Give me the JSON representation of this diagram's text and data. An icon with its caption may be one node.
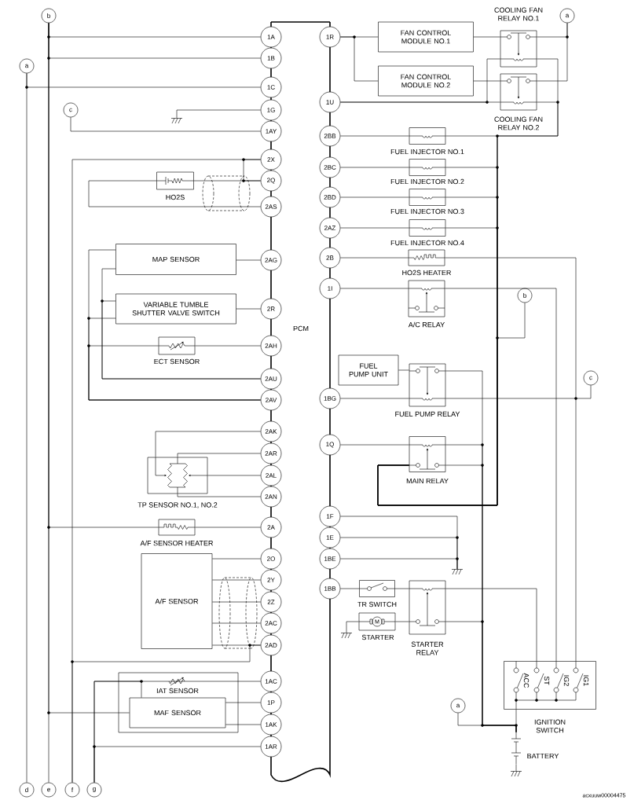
{
  "diagram": {
    "nodes": [
      {
        "text": [
          "PCM"
        ]
      },
      {
        "text": [
          "1A"
        ]
      },
      {
        "text": [
          "1B"
        ]
      },
      {
        "text": [
          "1C"
        ]
      },
      {
        "text": [
          "1G"
        ]
      },
      {
        "text": [
          "1AY"
        ]
      },
      {
        "text": [
          "2X"
        ]
      },
      {
        "text": [
          "2Q"
        ]
      },
      {
        "text": [
          "2AS"
        ]
      },
      {
        "text": [
          "2AG"
        ]
      },
      {
        "text": [
          "2R"
        ]
      },
      {
        "text": [
          "2AH"
        ]
      },
      {
        "text": [
          "2AU"
        ]
      },
      {
        "text": [
          "2AV"
        ]
      },
      {
        "text": [
          "2AK"
        ]
      },
      {
        "text": [
          "2AR"
        ]
      },
      {
        "text": [
          "2AL"
        ]
      },
      {
        "text": [
          "2AN"
        ]
      },
      {
        "text": [
          "2A"
        ]
      },
      {
        "text": [
          "2O"
        ]
      },
      {
        "text": [
          "2Y"
        ]
      },
      {
        "text": [
          "2Z"
        ]
      },
      {
        "text": [
          "2AC"
        ]
      },
      {
        "text": [
          "2AD"
        ]
      },
      {
        "text": [
          "1AC"
        ]
      },
      {
        "text": [
          "1P"
        ]
      },
      {
        "text": [
          "1AK"
        ]
      },
      {
        "text": [
          "1AR"
        ]
      },
      {
        "text": [
          "1R"
        ]
      },
      {
        "text": [
          "1U"
        ]
      },
      {
        "text": [
          "2BB"
        ]
      },
      {
        "text": [
          "2BC"
        ]
      },
      {
        "text": [
          "2BD"
        ]
      },
      {
        "text": [
          "2AZ"
        ]
      },
      {
        "text": [
          "2B"
        ]
      },
      {
        "text": [
          "1I"
        ]
      },
      {
        "text": [
          "1BG"
        ]
      },
      {
        "text": [
          "1Q"
        ]
      },
      {
        "text": [
          "1F"
        ]
      },
      {
        "text": [
          "1E"
        ]
      },
      {
        "text": [
          "1BE"
        ]
      },
      {
        "text": [
          "1BB"
        ]
      },
      {
        "text": [
          "b"
        ]
      },
      {
        "text": [
          "a"
        ]
      },
      {
        "text": [
          "c"
        ]
      },
      {
        "text": [
          "a"
        ]
      },
      {
        "text": [
          "b"
        ]
      },
      {
        "text": [
          "c"
        ]
      },
      {
        "text": [
          "a"
        ]
      },
      {
        "text": [
          "d"
        ]
      },
      {
        "text": [
          "e"
        ]
      },
      {
        "text": [
          "f"
        ]
      },
      {
        "text": [
          "g"
        ]
      },
      {
        "text": [
          "FAN CONTROL MODULE NO.1"
        ]
      },
      {
        "text": [
          "FAN CONTROL MODULE NO.2"
        ]
      },
      {
        "text": [
          "COOLING FAN RELAY NO.1"
        ]
      },
      {
        "text": [
          "COOLING FAN RELAY NO.2"
        ]
      },
      {
        "text": [
          "FUEL INJECTOR NO.1"
        ]
      },
      {
        "text": [
          "FUEL INJECTOR NO.2"
        ]
      },
      {
        "text": [
          "FUEL INJECTOR NO.3"
        ]
      },
      {
        "text": [
          "FUEL INJECTOR NO.4"
        ]
      },
      {
        "text": [
          "HO2S HEATER"
        ]
      },
      {
        "text": [
          "A/C RELAY"
        ]
      },
      {
        "text": [
          "FUEL PUMP UNIT"
        ]
      },
      {
        "text": [
          "FUEL PUMP RELAY"
        ]
      },
      {
        "text": [
          "MAIN RELAY"
        ]
      },
      {
        "text": [
          "TR SWITCH"
        ]
      },
      {
        "text": [
          "M",
          "STARTER"
        ]
      },
      {
        "text": [
          "STARTER RELAY"
        ]
      },
      {
        "text": [
          "IGNITION SWITCH",
          "ACC",
          "ST",
          "IG2",
          "IG1"
        ]
      },
      {
        "text": [],
        "shape": "battery",
        "beside": [
          "BATTERY"
        ]
      },
      {
        "text": [
          "HO2S"
        ]
      },
      {
        "text": [
          "MAP SENSOR"
        ]
      },
      {
        "text": [
          "VARIABLE TUMBLE SHUTTER VALVE SWITCH"
        ]
      },
      {
        "text": [
          "ECT SENSOR"
        ]
      },
      {
        "text": [
          "TP SENSOR NO.1, NO.2"
        ]
      },
      {
        "text": [
          "A/F SENSOR HEATER"
        ]
      },
      {
        "text": [
          "A/F SENSOR"
        ]
      },
      {
        "text": [
          "IAT SENSOR"
        ]
      },
      {
        "text": [
          "MAF SENSOR"
        ],
        "in": 78
      },
      {
        "text": [],
        "shape": "ground"
      },
      {
        "text": [],
        "shape": "ground"
      },
      {
        "text": [],
        "shape": "ground"
      },
      {
        "text": [],
        "shape": "ground"
      }
    ],
    "edges": [
      {
        "from": 42,
        "to": 1,
        "arrow": "none"
      },
      {
        "from": 42,
        "to": 2,
        "arrow": "none"
      },
      {
        "from": 43,
        "to": 3,
        "arrow": "none"
      },
      {
        "from": 44,
        "to": 5,
        "arrow": "none"
      },
      {
        "from": 42,
        "to": 50,
        "arrow": "none"
      },
      {
        "from": 43,
        "to": 49,
        "arrow": "none"
      },
      {
        "from": 6,
        "to": 51,
        "arrow": "none"
      },
      {
        "from": 7,
        "to": 71,
        "arrow": "none"
      },
      {
        "from": 8,
        "to": 71,
        "arrow": "none"
      },
      {
        "from": 9,
        "to": 72,
        "arrow": "none"
      },
      {
        "from": 10,
        "to": 73,
        "arrow": "none"
      },
      {
        "from": 11,
        "to": 74,
        "arrow": "none"
      },
      {
        "from": 12,
        "to": 72,
        "arrow": "none"
      },
      {
        "from": 13,
        "to": 72,
        "arrow": "none"
      },
      {
        "from": 73,
        "to": 12,
        "arrow": "none"
      },
      {
        "from": 73,
        "to": 13,
        "arrow": "none"
      },
      {
        "from": 74,
        "to": 13,
        "arrow": "none"
      },
      {
        "from": 14,
        "to": 75,
        "arrow": "none"
      },
      {
        "from": 15,
        "to": 75,
        "arrow": "none"
      },
      {
        "from": 16,
        "to": 75,
        "arrow": "none"
      },
      {
        "from": 17,
        "to": 75,
        "arrow": "none"
      },
      {
        "from": 42,
        "to": 76,
        "arrow": "none"
      },
      {
        "from": 18,
        "to": 76,
        "arrow": "none"
      },
      {
        "from": 19,
        "to": 77,
        "arrow": "none"
      },
      {
        "from": 20,
        "to": 77,
        "arrow": "none"
      },
      {
        "from": 21,
        "to": 77,
        "arrow": "none"
      },
      {
        "from": 22,
        "to": 77,
        "arrow": "none"
      },
      {
        "from": 23,
        "to": 77,
        "arrow": "none"
      },
      {
        "from": 42,
        "to": 79,
        "arrow": "none"
      },
      {
        "from": 24,
        "to": 52,
        "arrow": "none"
      },
      {
        "from": 79,
        "to": 52,
        "arrow": "none"
      },
      {
        "from": 25,
        "to": 79,
        "arrow": "none"
      },
      {
        "from": 26,
        "to": 79,
        "arrow": "none"
      },
      {
        "from": 27,
        "to": 52,
        "arrow": "none"
      },
      {
        "from": 28,
        "to": 53,
        "arrow": "none"
      },
      {
        "from": 28,
        "to": 54,
        "arrow": "none"
      },
      {
        "from": 53,
        "to": 55,
        "arrow": "none"
      },
      {
        "from": 54,
        "to": 56,
        "arrow": "none"
      },
      {
        "from": 55,
        "to": 45,
        "arrow": "none"
      },
      {
        "from": 56,
        "to": 45,
        "arrow": "none"
      },
      {
        "from": 29,
        "to": 55,
        "arrow": "none"
      },
      {
        "from": 29,
        "to": 56,
        "arrow": "none"
      },
      {
        "from": 65,
        "to": 57,
        "arrow": "none"
      },
      {
        "from": 65,
        "to": 58,
        "arrow": "none"
      },
      {
        "from": 65,
        "to": 59,
        "arrow": "none"
      },
      {
        "from": 65,
        "to": 60,
        "arrow": "none"
      },
      {
        "from": 65,
        "to": 55,
        "arrow": "none"
      },
      {
        "from": 65,
        "to": 56,
        "arrow": "none"
      },
      {
        "from": 65,
        "to": 46,
        "arrow": "none"
      },
      {
        "from": 30,
        "to": 57,
        "arrow": "none"
      },
      {
        "from": 31,
        "to": 58,
        "arrow": "none"
      },
      {
        "from": 32,
        "to": 59,
        "arrow": "none"
      },
      {
        "from": 33,
        "to": 60,
        "arrow": "none"
      },
      {
        "from": 34,
        "to": 61,
        "arrow": "none"
      },
      {
        "from": 61,
        "to": 69,
        "arrow": "none"
      },
      {
        "from": 35,
        "to": 62,
        "arrow": "none"
      },
      {
        "from": 62,
        "to": 69,
        "arrow": "none"
      },
      {
        "from": 36,
        "to": 64,
        "arrow": "none"
      },
      {
        "from": 64,
        "to": 47,
        "arrow": "none"
      },
      {
        "from": 63,
        "to": 64,
        "arrow": "none"
      },
      {
        "from": 64,
        "to": 70,
        "arrow": "none"
      },
      {
        "from": 37,
        "to": 65,
        "arrow": "none"
      },
      {
        "from": 65,
        "to": 70,
        "arrow": "none"
      },
      {
        "from": 48,
        "to": 70,
        "arrow": "none"
      },
      {
        "from": 69,
        "to": 70,
        "arrow": "none"
      },
      {
        "from": 41,
        "to": 66,
        "arrow": "none"
      },
      {
        "from": 66,
        "to": 68,
        "arrow": "none"
      },
      {
        "from": 68,
        "to": 69,
        "arrow": "none"
      },
      {
        "from": 68,
        "to": 67,
        "arrow": "none"
      },
      {
        "from": 68,
        "to": 70,
        "arrow": "none"
      },
      {
        "from": 65,
        "to": 70,
        "arrow": "none"
      },
      {
        "from": 4,
        "to": 80,
        "arrow": "none"
      },
      {
        "from": 38,
        "to": 81,
        "arrow": "none"
      },
      {
        "from": 39,
        "to": 81,
        "arrow": "none"
      },
      {
        "from": 40,
        "to": 81,
        "arrow": "none"
      },
      {
        "from": 67,
        "to": 82,
        "arrow": "none"
      },
      {
        "from": 70,
        "to": 83,
        "arrow": "none"
      },
      {
        "from": 6,
        "to": 7,
        "arrow": "none"
      },
      {
        "from": 23,
        "to": 51,
        "arrow": "none"
      }
    ],
    "labels": [
      "acxuuw00004475"
    ]
  }
}
